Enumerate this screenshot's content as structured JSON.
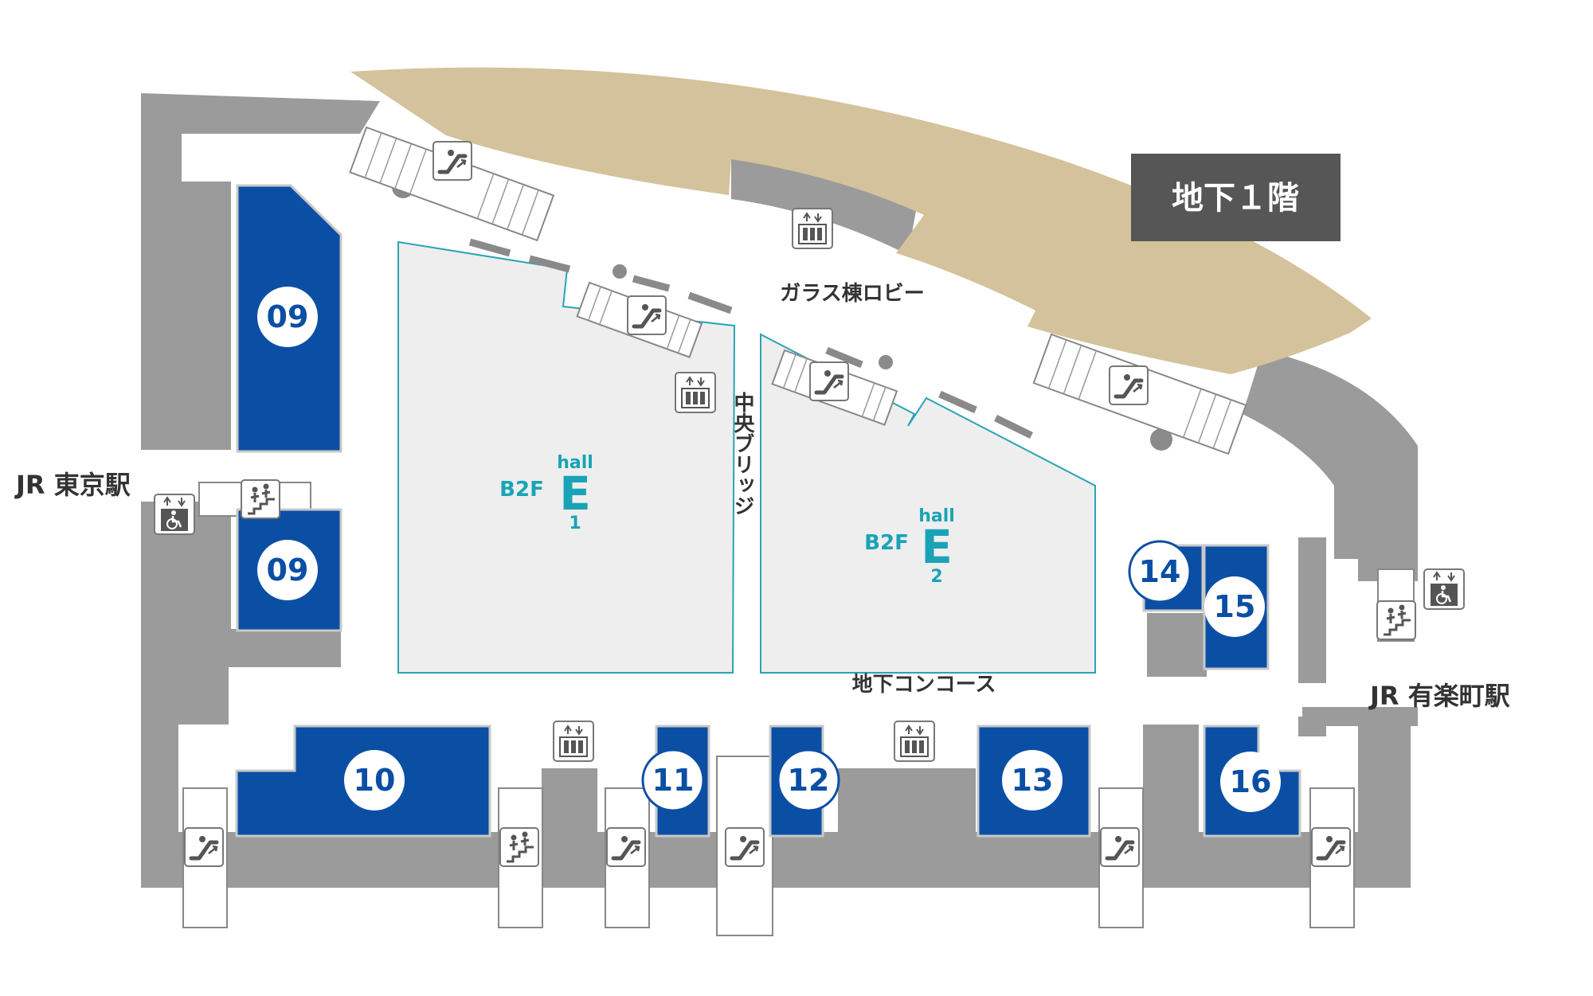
{
  "floor_label": "地下１階",
  "areas": {
    "glass_lobby": "ガラス棟ロビー",
    "central_bridge": "中央ブリッジ",
    "underground_concourse": "地下コンコース"
  },
  "stations": {
    "tokyo": "JR 東京駅",
    "yurakucho": "JR 有楽町駅"
  },
  "halls": [
    {
      "floor": "B2F",
      "hall": "hall",
      "letter": "E",
      "number": "1"
    },
    {
      "floor": "B2F",
      "hall": "hall",
      "letter": "E",
      "number": "2"
    }
  ],
  "rooms": {
    "r09a": "09",
    "r09b": "09",
    "r10": "10",
    "r11": "11",
    "r12": "12",
    "r13": "13",
    "r14": "14",
    "r15": "15",
    "r16": "16"
  },
  "icons": {
    "escalator": "escalator-icon",
    "stairs": "stairs-icon",
    "elevator": "elevator-icon",
    "accessible_elevator": "accessible-elevator-icon"
  },
  "colors": {
    "room_blue": "#0b4fa5",
    "wall_gray": "#9b9b9b",
    "lobby_beige": "#d4c29c",
    "hall_fill": "#eeeeee",
    "hall_stroke": "#2aa3b5",
    "label_dark": "#565656"
  }
}
